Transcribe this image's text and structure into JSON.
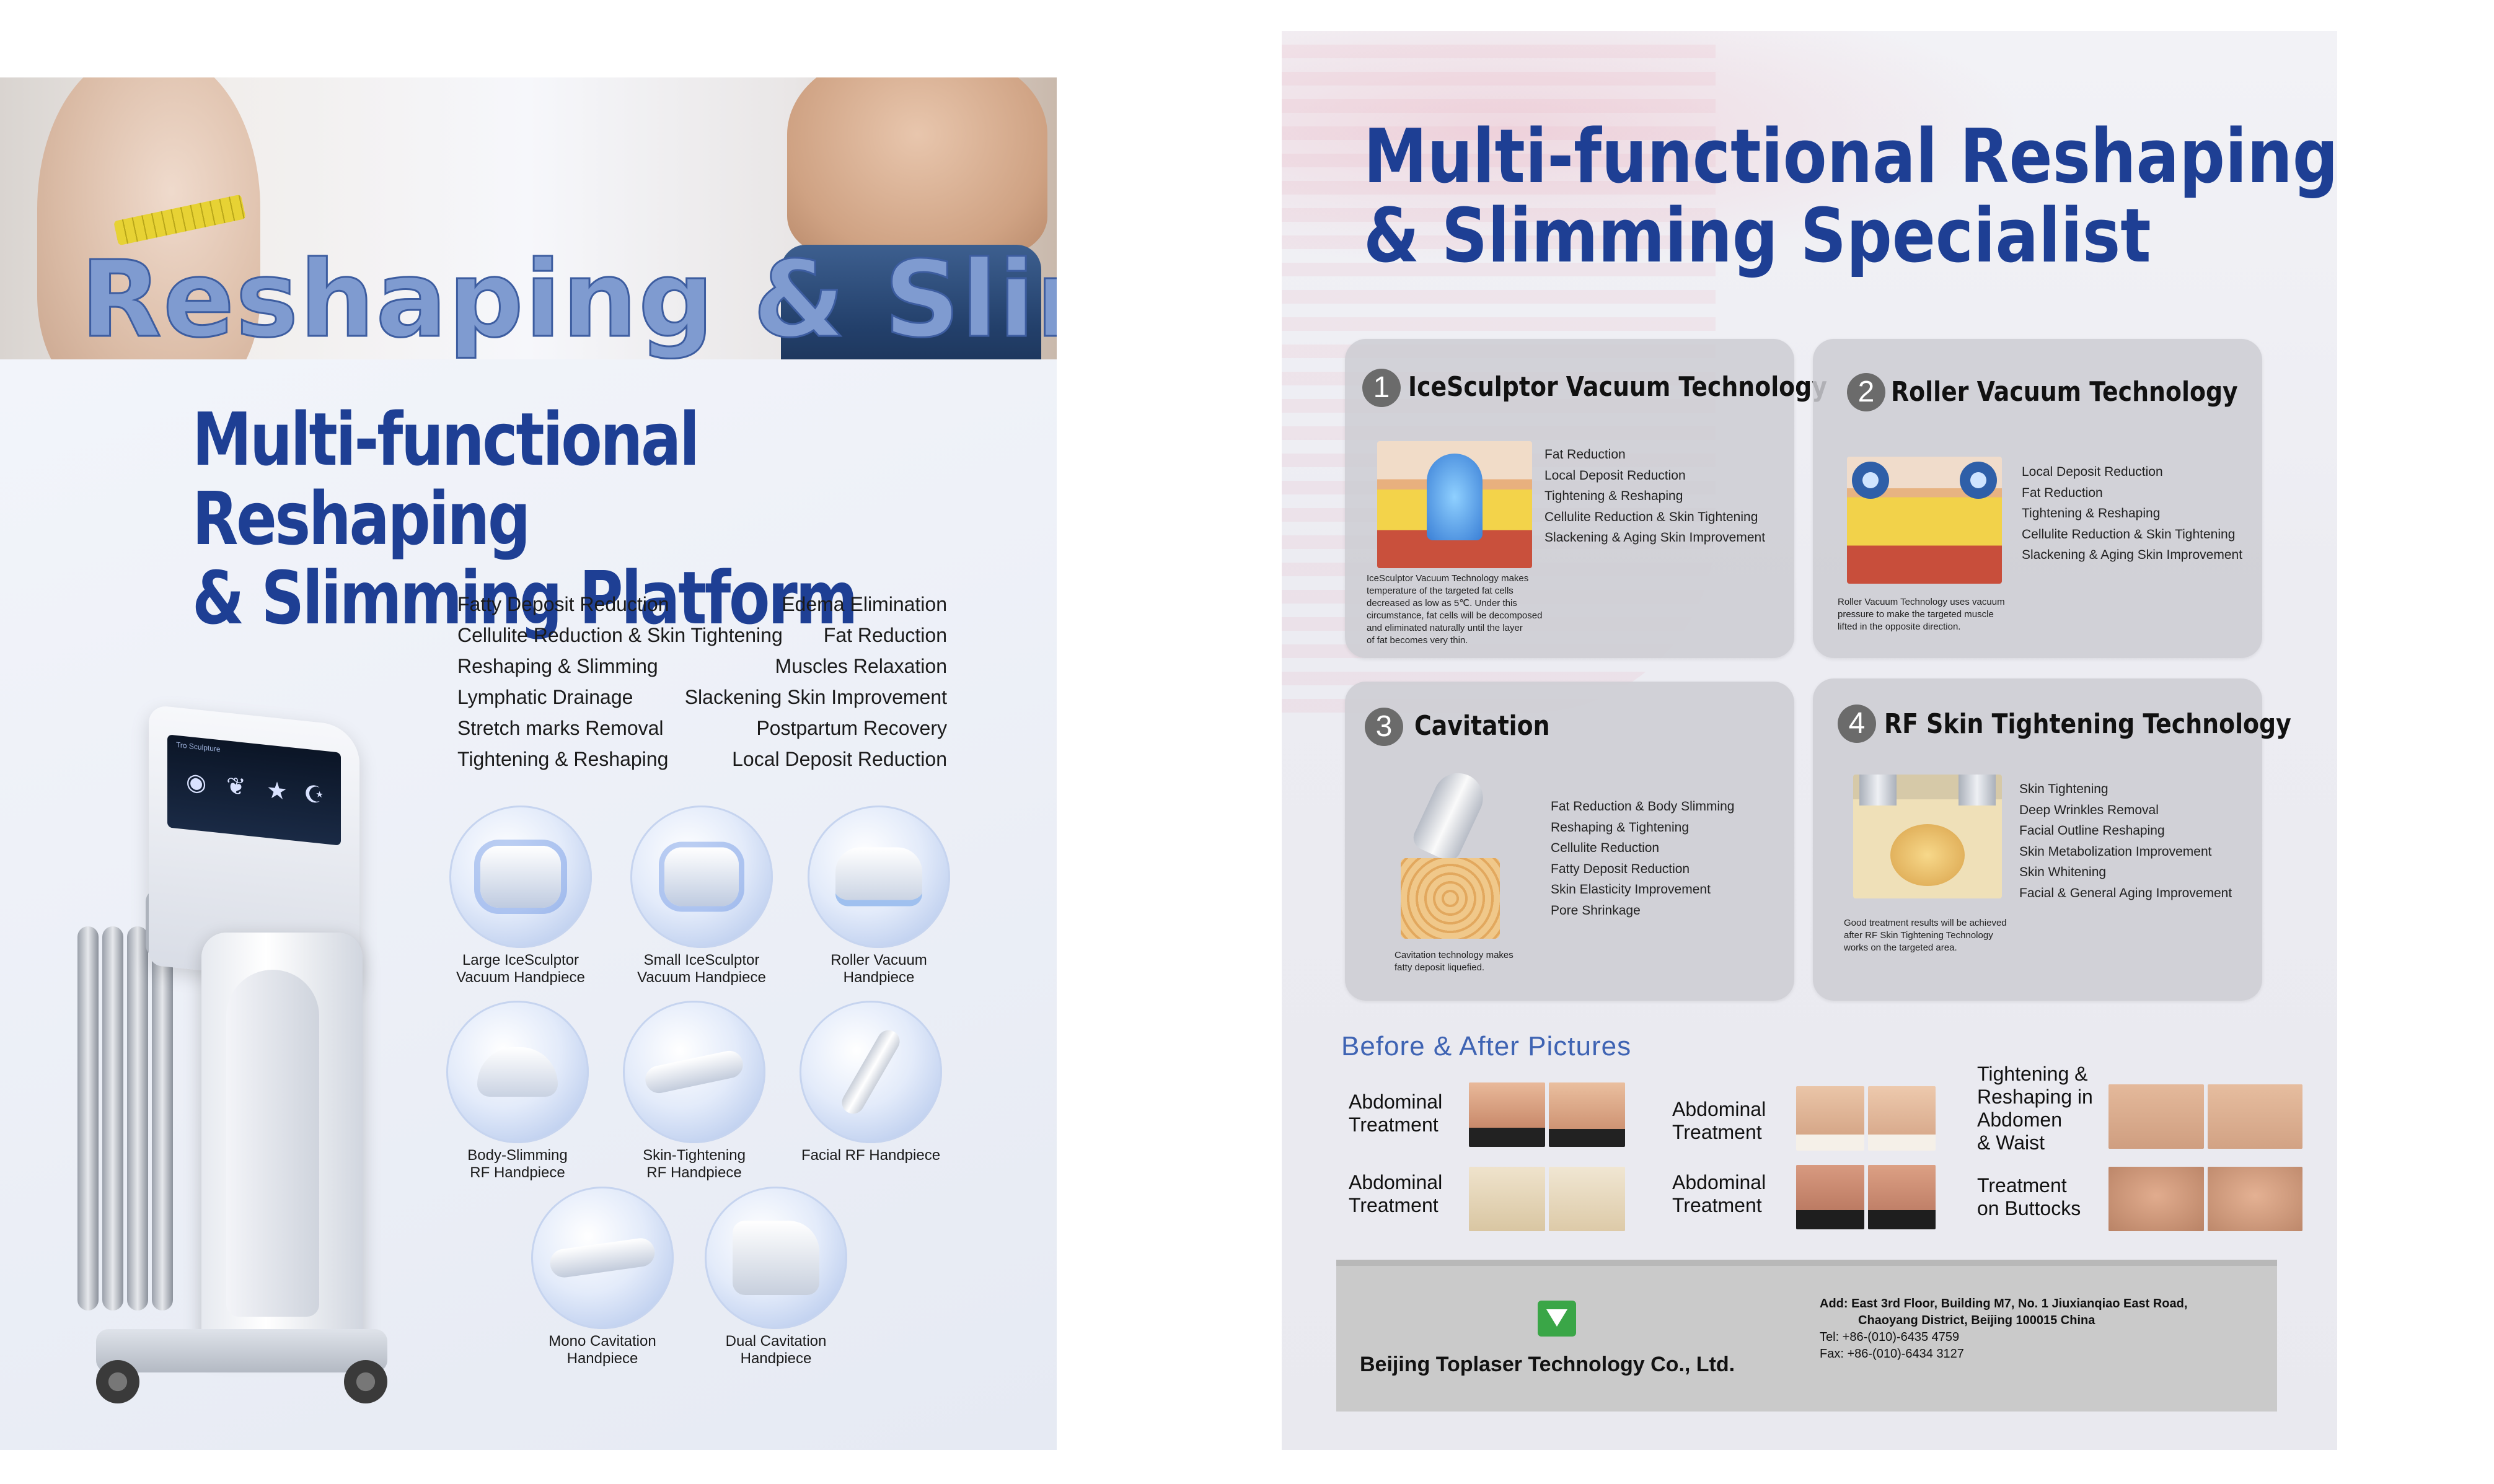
{
  "left_page": {
    "banner_title": "Reshaping & Slimming",
    "platform_title_line1": "Multi-functional Reshaping",
    "platform_title_line2": "& Slimming Platform",
    "features": [
      [
        "Fatty Deposit Reduction",
        "Edema Elimination"
      ],
      [
        "Cellulite Reduction & Skin Tightening",
        "Fat Reduction"
      ],
      [
        "Reshaping & Slimming",
        "Muscles Relaxation"
      ],
      [
        "Lymphatic Drainage",
        "Slackening Skin Improvement"
      ],
      [
        "Stretch marks Removal",
        "Postpartum Recovery"
      ],
      [
        "Tightening & Reshaping",
        "Local Deposit Reduction"
      ]
    ],
    "machine_brand": "Tro Sculpture",
    "handpieces": [
      {
        "line1": "Large IceSculptor",
        "line2": "Vacuum Handpiece"
      },
      {
        "line1": "Small IceSculptor",
        "line2": "Vacuum Handpiece"
      },
      {
        "line1": "Roller Vacuum",
        "line2": "Handpiece"
      },
      {
        "line1": "Body-Slimming",
        "line2": "RF Handpiece"
      },
      {
        "line1": "Skin-Tightening",
        "line2": "RF Handpiece"
      },
      {
        "line1": "Facial RF Handpiece",
        "line2": ""
      },
      {
        "line1": "Mono Cavitation",
        "line2": "Handpiece"
      },
      {
        "line1": "Dual Cavitation",
        "line2": "Handpiece"
      }
    ]
  },
  "right_page": {
    "title_line1": "Multi-functional Reshaping",
    "title_line2": "& Slimming Specialist",
    "cards": [
      {
        "num": "1",
        "title": "IceSculptor Vacuum Technology",
        "bullets": [
          "Fat Reduction",
          "Local Deposit Reduction",
          "Tightening & Reshaping",
          "Cellulite Reduction & Skin Tightening",
          "Slackening & Aging Skin Improvement"
        ],
        "note": [
          "IceSculptor Vacuum Technology makes",
          "temperature of the targeted fat cells",
          "decreased as low as 5℃. Under this",
          "circumstance, fat cells will be decomposed",
          "and eliminated naturally until the layer",
          "of fat becomes very thin."
        ]
      },
      {
        "num": "2",
        "title": "Roller Vacuum Technology",
        "bullets": [
          "Local Deposit Reduction",
          "Fat Reduction",
          "Tightening & Reshaping",
          "Cellulite Reduction & Skin Tightening",
          "Slackening & Aging Skin Improvement"
        ],
        "note": [
          "Roller Vacuum Technology uses vacuum",
          "pressure to make the targeted muscle",
          "lifted in the opposite direction."
        ]
      },
      {
        "num": "3",
        "title": "Cavitation",
        "bullets": [
          "Fat Reduction & Body Slimming",
          "Reshaping & Tightening",
          "Cellulite Reduction",
          "Fatty Deposit Reduction",
          "Skin Elasticity Improvement",
          "Pore Shrinkage"
        ],
        "note": [
          "Cavitation technology makes",
          "fatty deposit liquefied."
        ]
      },
      {
        "num": "4",
        "title": "RF Skin Tightening Technology",
        "bullets": [
          "Skin Tightening",
          "Deep Wrinkles Removal",
          "Facial Outline Reshaping",
          "Skin Metabolization Improvement",
          "Skin Whitening",
          "Facial & General Aging Improvement"
        ],
        "note": [
          "Good treatment results will be achieved",
          "after RF Skin Tightening Technology",
          "works on the targeted area."
        ]
      }
    ],
    "before_after_heading": "Before & After Pictures",
    "before_after": [
      [
        "Abdominal",
        "Treatment"
      ],
      [
        "Abdominal",
        "Treatment"
      ],
      [
        "Abdominal",
        "Treatment"
      ],
      [
        "Abdominal",
        "Treatment"
      ],
      [
        "Tightening &",
        "Reshaping in",
        "Abdomen",
        "& Waist"
      ],
      [
        "Treatment",
        "on Buttocks"
      ]
    ],
    "footer": {
      "company": "Beijing Toplaser Technology Co., Ltd.",
      "address_line1": "Add:  East 3rd Floor, Building M7, No. 1 Jiuxianqiao East Road,",
      "address_line2": "Chaoyang District, Beijing 100015 China",
      "tel": "Tel: +86-(010)-6435 4759",
      "fax": "Fax: +86-(010)-6434 3127"
    }
  },
  "colors": {
    "title_blue": "#1e3f94",
    "banner_blue": "#7f9bd0",
    "card_gray": "#cdcdd2",
    "logo_green": "#3aa647",
    "ba_heading": "#3e63b3"
  }
}
